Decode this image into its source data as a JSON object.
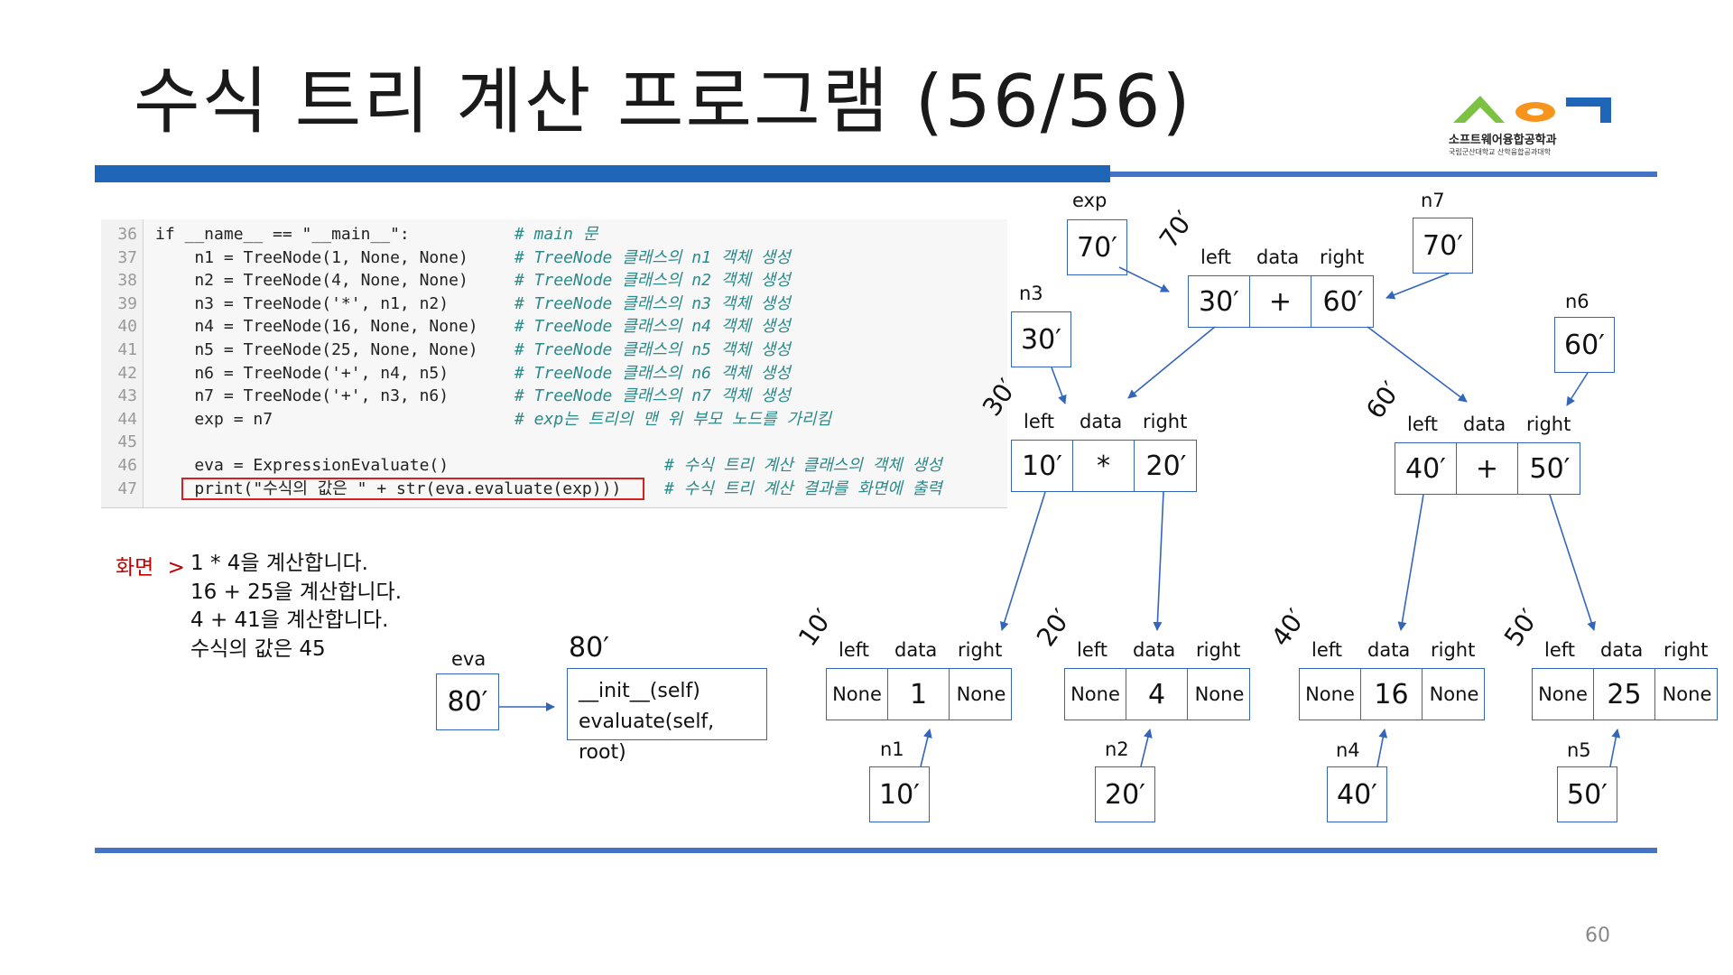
{
  "title": "수식 트리 계산 프로그램 (56/56)",
  "page_number": "60",
  "logo": {
    "line1": "소프트웨어융합공학과",
    "line2": "국립군산대학교 산학융합공과대학"
  },
  "colors": {
    "accent": "#1f66b8",
    "line": "#3366bb",
    "comment": "#2c8a8a",
    "highlight": "#d62020"
  },
  "code": {
    "lines": [
      {
        "num": "36",
        "code": "if __name__ == \"__main__\":",
        "comment": "# main 문"
      },
      {
        "num": "37",
        "code": "    n1 = TreeNode(1, None, None)",
        "comment": "# TreeNode 클래스의 n1 객체 생성"
      },
      {
        "num": "38",
        "code": "    n2 = TreeNode(4, None, None)",
        "comment": "# TreeNode 클래스의 n2 객체 생성"
      },
      {
        "num": "39",
        "code": "    n3 = TreeNode('*', n1, n2)",
        "comment": "# TreeNode 클래스의 n3 객체 생성"
      },
      {
        "num": "40",
        "code": "    n4 = TreeNode(16, None, None)",
        "comment": "# TreeNode 클래스의 n4 객체 생성"
      },
      {
        "num": "41",
        "code": "    n5 = TreeNode(25, None, None)",
        "comment": "# TreeNode 클래스의 n5 객체 생성"
      },
      {
        "num": "42",
        "code": "    n6 = TreeNode('+', n4, n5)",
        "comment": "# TreeNode 클래스의 n6 객체 생성"
      },
      {
        "num": "43",
        "code": "    n7 = TreeNode('+', n3, n6)",
        "comment": "# TreeNode 클래스의 n7 객체 생성"
      },
      {
        "num": "44",
        "code": "    exp = n7",
        "comment": "# exp는 트리의 맨 위 부모 노드를 가리킴"
      },
      {
        "num": "45",
        "code": "",
        "comment": ""
      },
      {
        "num": "46",
        "code": "    eva = ExpressionEvaluate()",
        "comment": "# 수식 트리 계산 클래스의 객체 생성"
      },
      {
        "num": "47",
        "code": "    print(\"수식의 값은 \" + str(eva.evaluate(exp)))",
        "comment": "# 수식 트리 계산 결과를 화면에 출력"
      }
    ]
  },
  "output": {
    "label": "화면",
    "prompt": ">",
    "lines": [
      "1 * 4을 계산합니다.",
      "16 + 25을 계산합니다.",
      "4 + 41을 계산합니다.",
      "수식의 값은 45"
    ]
  },
  "eva": {
    "var_name": "eva",
    "ref": "80′",
    "addr": "80′",
    "methods": [
      "__init__(self)",
      "evaluate(self, root)"
    ]
  },
  "tree": {
    "headers": {
      "left": "left",
      "data": "data",
      "right": "right"
    },
    "nodes": [
      {
        "id": "n7",
        "addr": "70′",
        "left": "30′",
        "data": "+",
        "right": "60′"
      },
      {
        "id": "n3",
        "addr": "30′",
        "left": "10′",
        "data": "*",
        "right": "20′"
      },
      {
        "id": "n6",
        "addr": "60′",
        "left": "40′",
        "data": "+",
        "right": "50′"
      },
      {
        "id": "n1",
        "addr": "10′",
        "left": "None",
        "data": "1",
        "right": "None"
      },
      {
        "id": "n2",
        "addr": "20′",
        "left": "None",
        "data": "4",
        "right": "None"
      },
      {
        "id": "n4",
        "addr": "40′",
        "left": "None",
        "data": "16",
        "right": "None"
      },
      {
        "id": "n5",
        "addr": "50′",
        "left": "None",
        "data": "25",
        "right": "None"
      }
    ],
    "refs": [
      {
        "name": "exp",
        "value": "70′"
      },
      {
        "name": "n7",
        "value": "70′"
      },
      {
        "name": "n3",
        "value": "30′"
      },
      {
        "name": "n6",
        "value": "60′"
      },
      {
        "name": "n1",
        "value": "10′"
      },
      {
        "name": "n2",
        "value": "20′"
      },
      {
        "name": "n4",
        "value": "40′"
      },
      {
        "name": "n5",
        "value": "50′"
      }
    ]
  }
}
